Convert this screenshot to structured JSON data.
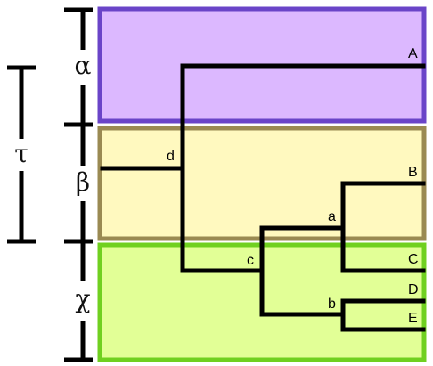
{
  "zones": [
    {
      "name": "alpha",
      "label": "α",
      "fill": "#dcb8ff",
      "stroke": "#6a44c8"
    },
    {
      "name": "beta",
      "label": "β",
      "fill": "#fff9bf",
      "stroke": "#9a8a52"
    },
    {
      "name": "chi",
      "label": "χ",
      "fill": "#e2ff96",
      "stroke": "#70d020"
    }
  ],
  "tau_label": "τ",
  "leaves": {
    "A": "A",
    "B": "B",
    "C": "C",
    "D": "D",
    "E": "E"
  },
  "internal_nodes": {
    "a": "a",
    "b": "b",
    "c": "c",
    "d": "d"
  }
}
